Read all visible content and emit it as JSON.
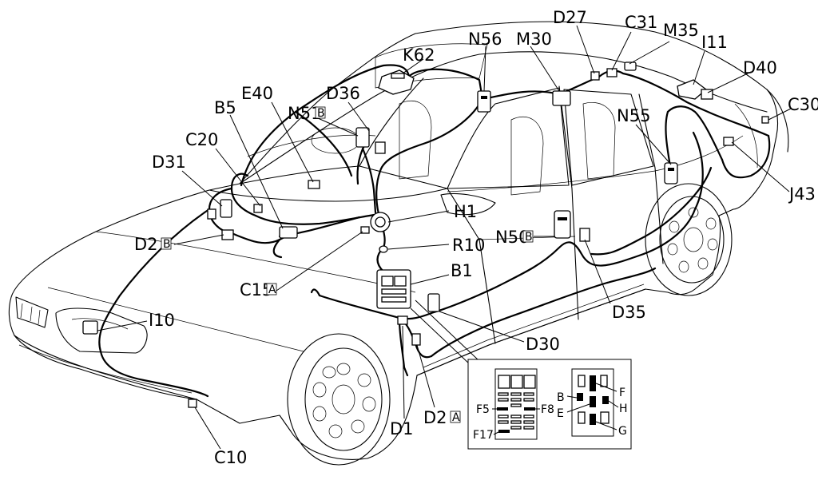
{
  "labels": {
    "K62": "K62",
    "N56": "N56",
    "M30": "M30",
    "D27": "D27",
    "C31": "C31",
    "M35": "M35",
    "I11": "I11",
    "D40": "D40",
    "C30": "C30",
    "N55": "N55",
    "J43": "J43",
    "E40": "E40",
    "D36": "D36",
    "B5": "B5",
    "N51": "N51",
    "C20": "C20",
    "D31": "D31",
    "D2B": "D2",
    "H1": "H1",
    "R10": "R10",
    "N50": "N50",
    "B1": "B1",
    "C15": "C15",
    "I10": "I10",
    "D35": "D35",
    "D30": "D30",
    "D1": "D1",
    "D2A": "D2",
    "C10": "C10"
  },
  "suffixes": {
    "B": "B",
    "A": "A"
  },
  "inset": {
    "fuses": {
      "F5": "F5",
      "F8": "F8",
      "F17": "F17"
    },
    "relays": {
      "B": "B",
      "E": "E",
      "F": "F",
      "H": "H",
      "G": "G"
    }
  }
}
